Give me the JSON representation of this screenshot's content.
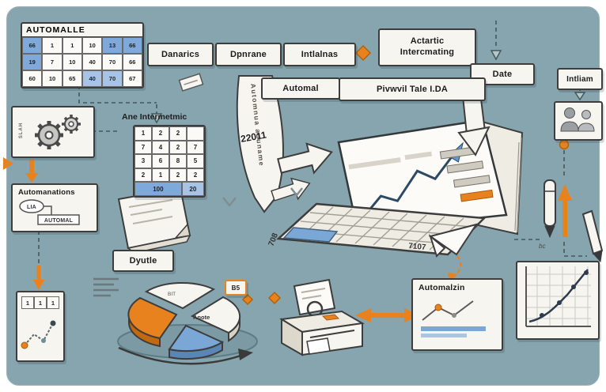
{
  "palette": {
    "background": "#87a5ae",
    "panel": "#f7f5ef",
    "orange": "#e8821e",
    "blue": "#7ba7d7",
    "navy": "#2e4a62",
    "ink": "#3d3d3d"
  },
  "tl_table": {
    "title": "AUTOMALLE",
    "rows": [
      [
        "66",
        "1",
        "1",
        "10",
        "13",
        "66"
      ],
      [
        "19",
        "7",
        "10",
        "40",
        "70",
        "66"
      ],
      [
        "60",
        "10",
        "65",
        "40",
        "70",
        "67"
      ]
    ]
  },
  "top_row": {
    "box1": "Danarics",
    "box2": "Dpnrane",
    "box3": "Intlalnas",
    "tall_line1": "Actartic",
    "tall_line2": "Intercmating",
    "date": "Date",
    "intliam": "Intliam"
  },
  "left_col": {
    "gear_note": "SLAH",
    "automations": "Automanations",
    "flow_oval": "LIA",
    "flow_rect": "AUTOMAL",
    "tally": [
      "1",
      "1",
      "1"
    ]
  },
  "mid": {
    "heading": "Ane Intermetmic",
    "table_rows": [
      [
        "1",
        "2",
        "2",
        ""
      ],
      [
        "7",
        "4",
        "2",
        "7"
      ],
      [
        "3",
        "6",
        "8",
        "5"
      ],
      [
        "2",
        "1",
        "2",
        "2"
      ]
    ],
    "total_left": "100",
    "total_right": "20",
    "dyutle": "Dyutle"
  },
  "ribbon": {
    "automal": "Automal",
    "pivot_title": "Pivwvil Tale I.DA",
    "vertical_text": "Automnua auuname",
    "number": "22011"
  },
  "laptop": {
    "left_number": "708",
    "right_number": "7107"
  },
  "pie": {
    "label_main": "Anote",
    "label_small": "BIT",
    "tag": "B5"
  },
  "cards": {
    "automalzin": "Automalzin"
  },
  "right_column": {
    "bc": "bc"
  }
}
